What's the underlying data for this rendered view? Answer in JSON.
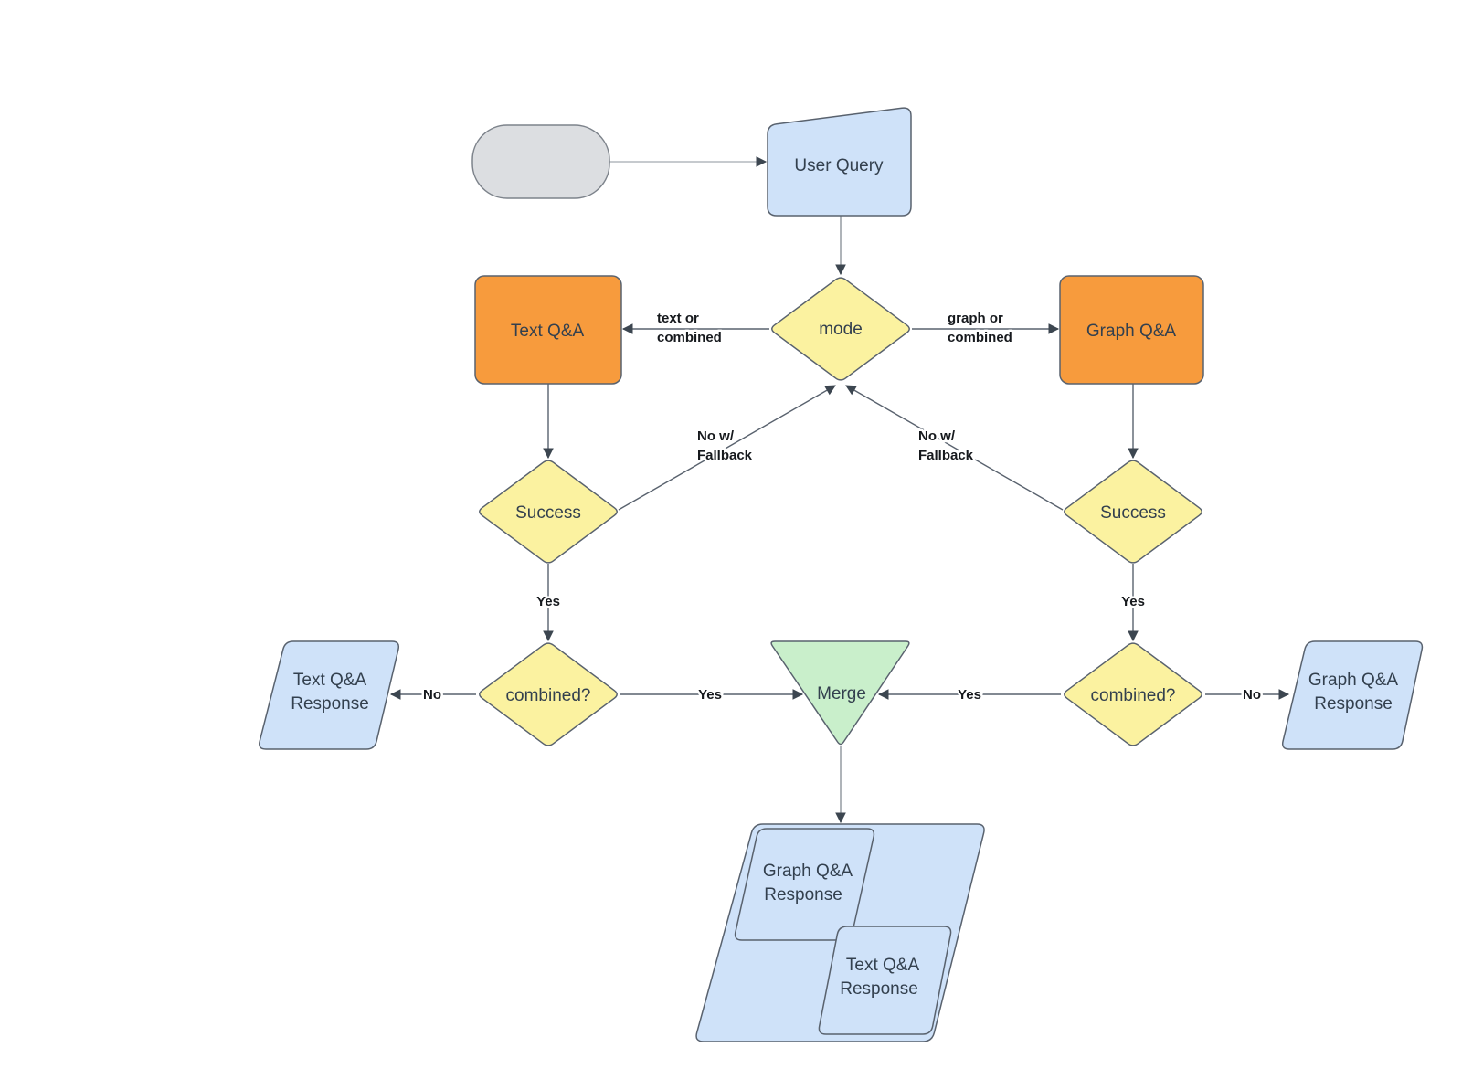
{
  "nodes": {
    "start": {
      "label": ""
    },
    "user_query": {
      "label": "User Query"
    },
    "mode": {
      "label": "mode"
    },
    "text_qa": {
      "label": "Text Q&A"
    },
    "graph_qa": {
      "label": "Graph Q&A"
    },
    "success_left": {
      "label": "Success"
    },
    "success_right": {
      "label": "Success"
    },
    "combined_left": {
      "label": "combined?"
    },
    "combined_right": {
      "label": "combined?"
    },
    "merge": {
      "label": "Merge"
    },
    "text_qa_response": {
      "line1": "Text Q&A",
      "line2": "Response"
    },
    "graph_qa_response": {
      "line1": "Graph Q&A",
      "line2": "Response"
    },
    "combined_response_graph": {
      "line1": "Graph Q&A",
      "line2": "Response"
    },
    "combined_response_text": {
      "line1": "Text Q&A",
      "line2": "Response"
    }
  },
  "edges": {
    "mode_to_text": {
      "line1": "text or",
      "line2": "combined"
    },
    "mode_to_graph": {
      "line1": "graph or",
      "line2": "combined"
    },
    "fallback_left": {
      "line1": "No w/",
      "line2": "Fallback"
    },
    "fallback_right": {
      "line1": "No w/",
      "line2": "Fallback"
    },
    "success_left_yes": "Yes",
    "success_right_yes": "Yes",
    "combined_left_no": "No",
    "combined_left_yes": "Yes",
    "combined_right_yes": "Yes",
    "combined_right_no": "No"
  },
  "colors": {
    "io_blue": "#cfe2f9",
    "decision_yellow": "#fbf2a0",
    "qa_orange": "#f79b3d",
    "merge_green": "#c9efcb",
    "start_gray": "#dcdee1",
    "shape_border": "#59626e",
    "node_text": "#33404e",
    "edge_label_text": "#16191d"
  }
}
